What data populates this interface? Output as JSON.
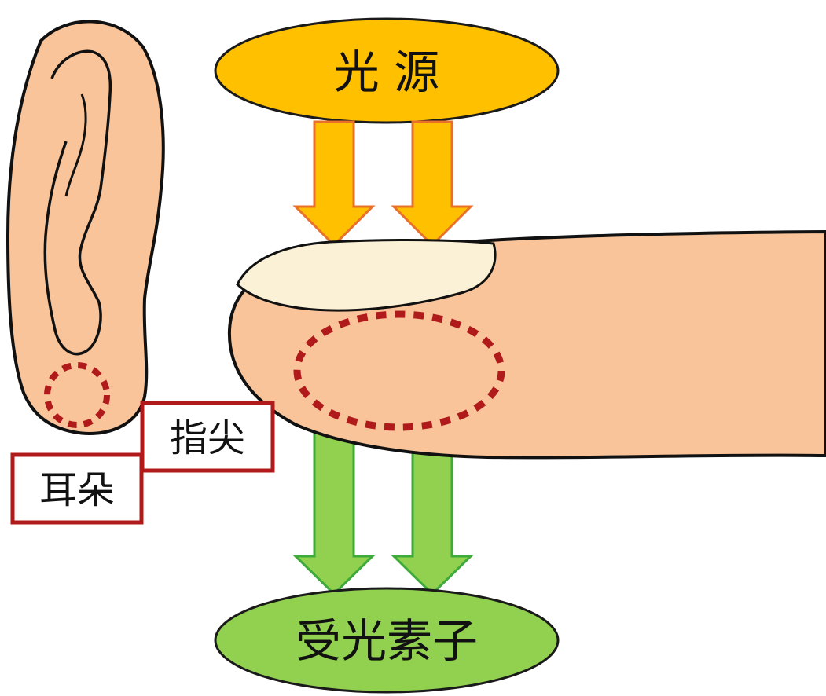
{
  "light_source": {
    "label": "光 源",
    "fill": "#FFC000",
    "stroke": "#1a1a1a"
  },
  "detector": {
    "label": "受光素子",
    "fill": "#92D050",
    "stroke": "#1a1a1a"
  },
  "labels": {
    "fingertip": "指尖",
    "earlobe": "耳朵"
  },
  "colors": {
    "skin": "#F9C49A",
    "nail": "#FBF1D6",
    "arrow_in_fill": "#FFC000",
    "arrow_in_stroke": "#E8702A",
    "arrow_out_fill": "#92D050",
    "arrow_out_stroke": "#3EAA3A",
    "measurement_dash": "#B01A1A",
    "label_box_border": "#B01A1A"
  }
}
